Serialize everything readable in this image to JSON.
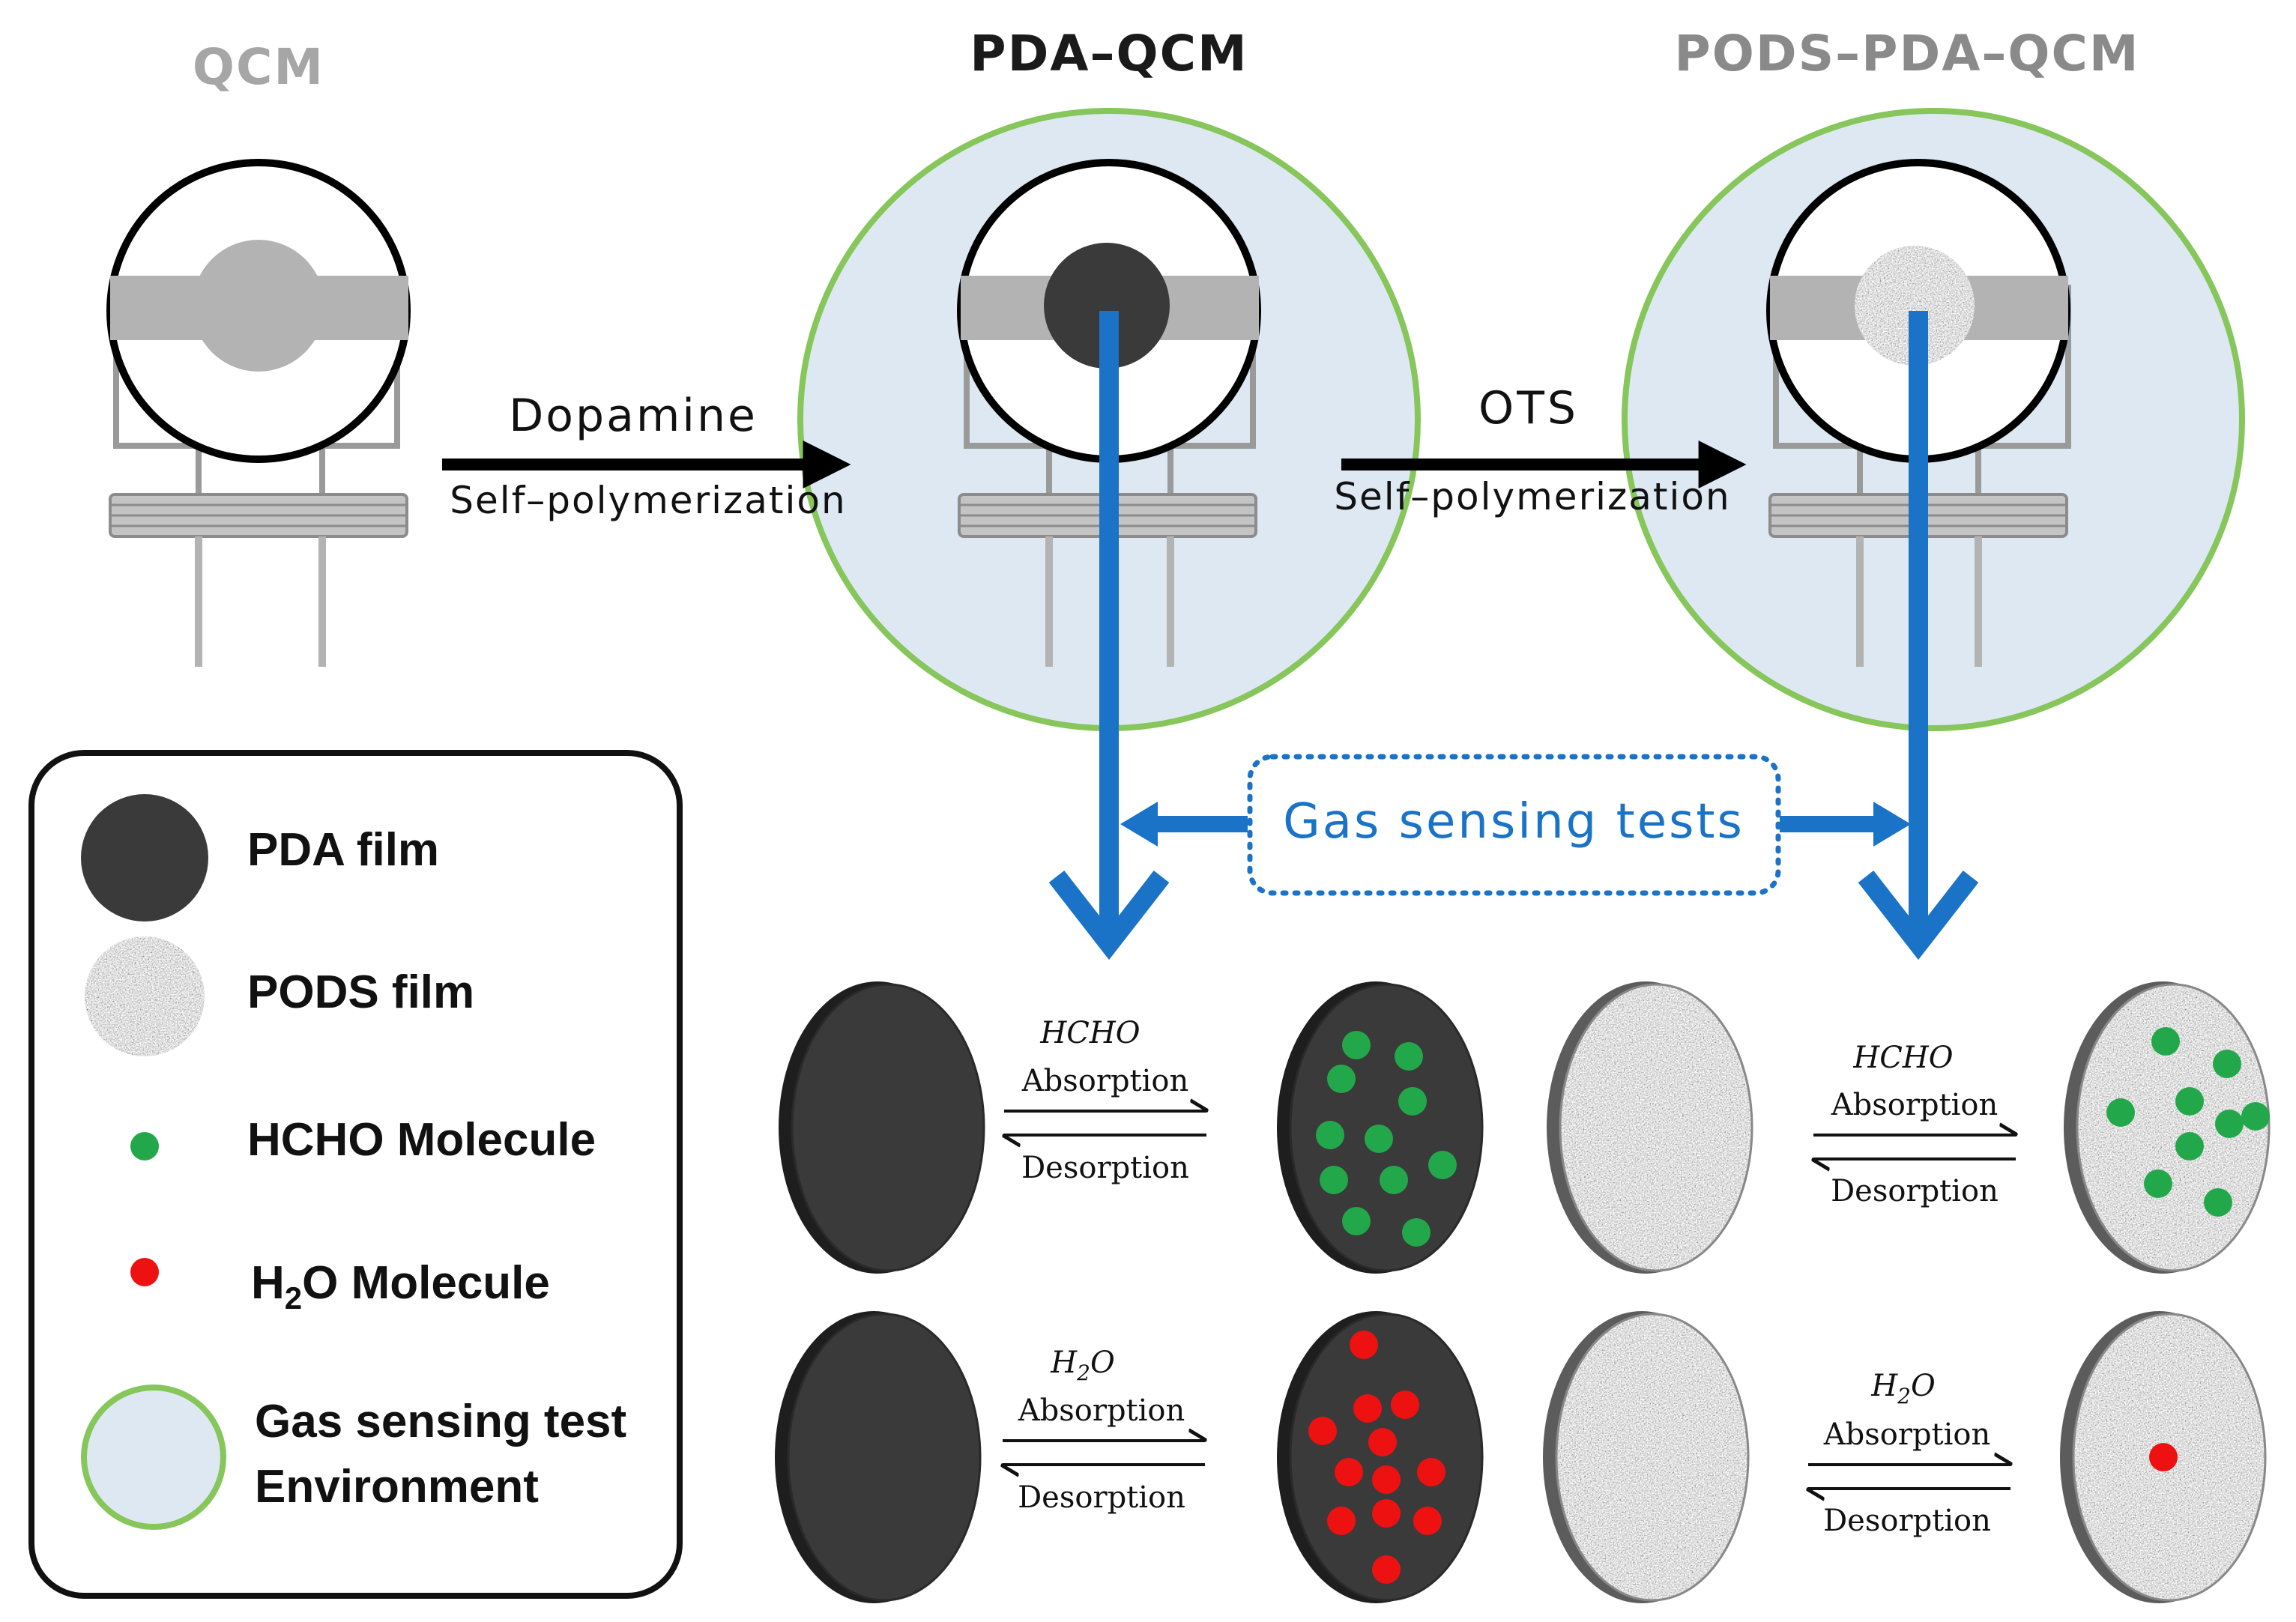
{
  "stages": {
    "qcm": "QCM",
    "pda_qcm": "PDA–QCM",
    "pods_pda_qcm": "PODS–PDA–QCM"
  },
  "steps": {
    "step1_reagent": "Dopamine",
    "step1_process": "Self–polymerization",
    "step2_reagent": "OTS",
    "step2_process": "Self–polymerization"
  },
  "tests_label": "Gas sensing tests",
  "reactions": {
    "hcho_gas": "HCHO",
    "h2o_gas_main": "H",
    "h2o_gas_sub": "2",
    "h2o_gas_end": "O",
    "absorption": "Absorption",
    "desorption": "Desorption"
  },
  "legend": {
    "pda_film": "PDA film",
    "pods_film": "PODS film",
    "hcho_molecule": "HCHO Molecule",
    "h2o_molecule_main": "H",
    "h2o_molecule_sub": "2",
    "h2o_molecule_end": "O Molecule",
    "env_line1": "Gas sensing test",
    "env_line2": "Environment"
  },
  "colors": {
    "env_fill": "#dde8f3",
    "env_stroke": "#86c65a",
    "flow_blue": "#1a73c6",
    "hcho_green": "#22a84a",
    "h2o_red": "#ee1111",
    "pda_dark": "#3a3a3a",
    "electrode_gray": "#b3b3b3"
  }
}
